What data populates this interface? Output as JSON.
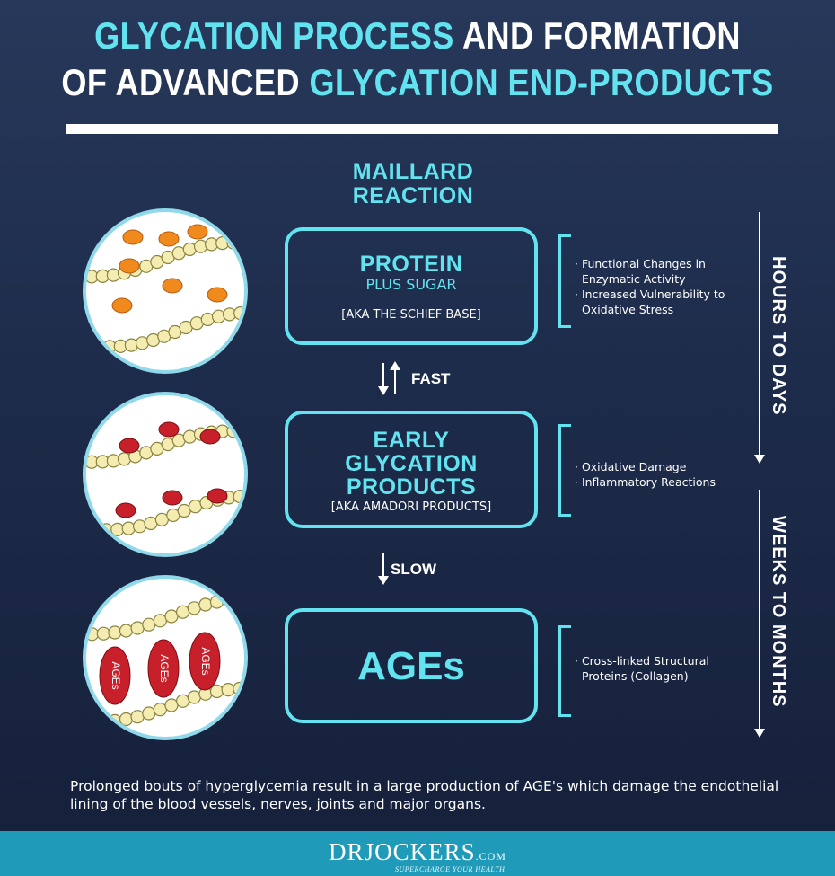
{
  "title": {
    "line1_part1": "GLYCATION PROCESS",
    "line1_part2": "AND FORMATION",
    "line2_part1": "OF ADVANCED",
    "line2_part2": "GLYCATION END-PRODUCTS"
  },
  "maillard": {
    "line1": "MAILLARD",
    "line2": "REACTION"
  },
  "stages": [
    {
      "title": "PROTEIN",
      "subtitle": "PLUS SUGAR",
      "aka": "[AKA THE SCHIEF BASE]",
      "effects": [
        "· Functional Changes in Enzymatic Activity",
        "· Increased Vulnerability to Oxidative Stress"
      ]
    },
    {
      "title_line1": "EARLY",
      "title_line2": "GLYCATION",
      "title_line3": "PRODUCTS",
      "aka": "[AKA AMADORI PRODUCTS]",
      "effects": [
        "· Oxidative Damage",
        "· Inflammatory Reactions"
      ]
    },
    {
      "title": "AGEs",
      "effects": [
        "· Cross-linked Structural Proteins (Collagen)"
      ]
    }
  ],
  "transitions": {
    "fast": "FAST",
    "slow": "SLOW"
  },
  "timeline": {
    "upper": "HOURS TO DAYS",
    "lower": "WEEKS TO MONTHS"
  },
  "ages_label": "AGEs",
  "footer": "Prolonged bouts of hyperglycemia result in a large production of AGE's which damage the endothelial lining of the blood vessels, nerves, joints and major organs.",
  "brand": {
    "name_dr": "DR",
    "name_rest": "JOCKERS",
    "suffix": ".COM",
    "tagline": "SUPERCHARGE YOUR HEALTH"
  },
  "colors": {
    "accent": "#62e3f0",
    "background": "#1d2b4a",
    "band": "#1f9ab8",
    "bead": "#f4ecb0",
    "sugar_orange": "#f08a1c",
    "sugar_red": "#c8202a"
  }
}
